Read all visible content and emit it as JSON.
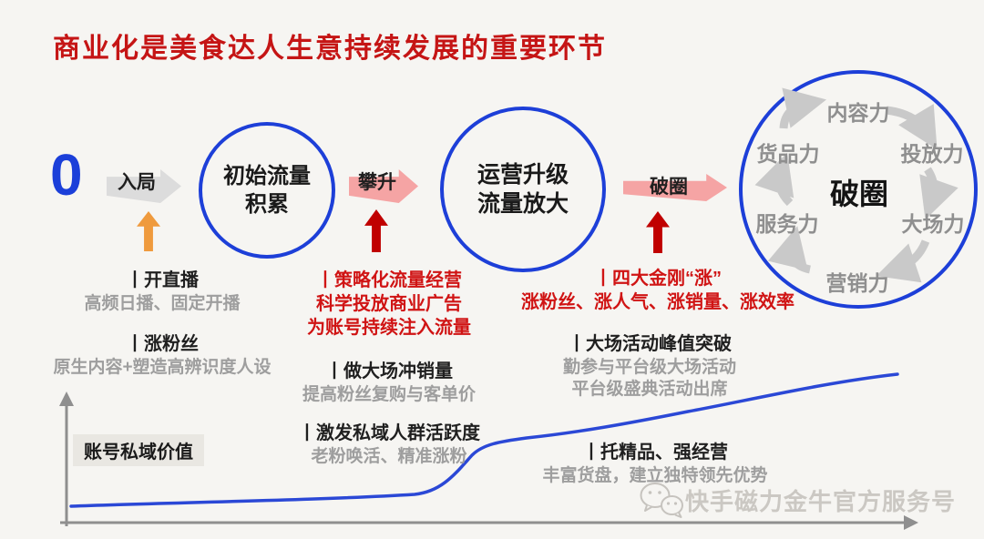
{
  "title": "商业化是美食达人生意持续发展的重要环节",
  "flow": {
    "start_value": "0",
    "stage1_arrow": "入局",
    "circle1": [
      "初始流量",
      "积累"
    ],
    "stage2_arrow": "攀升",
    "circle2": [
      "运营升级",
      "流量放大"
    ],
    "stage3_arrow": "破圈"
  },
  "cycle": {
    "center_label": "破圈",
    "abilities": [
      "内容力",
      "投放力",
      "大场力",
      "营销力",
      "服务力",
      "货品力"
    ]
  },
  "notes": {
    "open_live": {
      "heading": "丨开直播",
      "body": "高频日播、固定开播"
    },
    "grow_fans": {
      "heading": "丨涨粉丝",
      "body": "原生内容+塑造高辨识度人设"
    },
    "strategy_red": {
      "lines": [
        "丨策略化流量经营",
        "科学投放商业广告",
        "为账号持续注入流量"
      ]
    },
    "big_event_sales": {
      "heading": "丨做大场冲销量",
      "body": "提高粉丝复购与客单价"
    },
    "private_domain": {
      "heading": "丨激发私域人群活跃度",
      "body": "老粉唤活、精准涨粉"
    },
    "four_kings_red": {
      "lines": [
        "丨四大金刚“涨”",
        "涨粉丝、涨人气、涨销量、涨效率"
      ]
    },
    "peak_event": {
      "heading": "丨大场活动峰值突破",
      "line1": "勤参与平台级大场活动",
      "line2": "平台级盛典活动出席"
    },
    "premium_ops": {
      "heading": "丨托精品、强经营",
      "body": "丰富货盘，建立独特领先优势"
    }
  },
  "chart": {
    "y_axis_label": "账号私域价值"
  },
  "watermark": {
    "text": "快手磁力金牛官方服务号",
    "icon": "wechat-icon"
  },
  "colors": {
    "title_red": "#c51515",
    "note_red": "#d01414",
    "dark_red_arrow": "#c00000",
    "blue": "#1d3fd8",
    "curve_blue": "#2b48d6",
    "pink_arrow": "#f5a4a4",
    "orange_arrow": "#ef9a3d",
    "gray_arrow": "#dcdcdc",
    "cycle_gray": "#c9c9c9",
    "gray_text": "#9e9e9e",
    "background": "#f6f5f2"
  }
}
